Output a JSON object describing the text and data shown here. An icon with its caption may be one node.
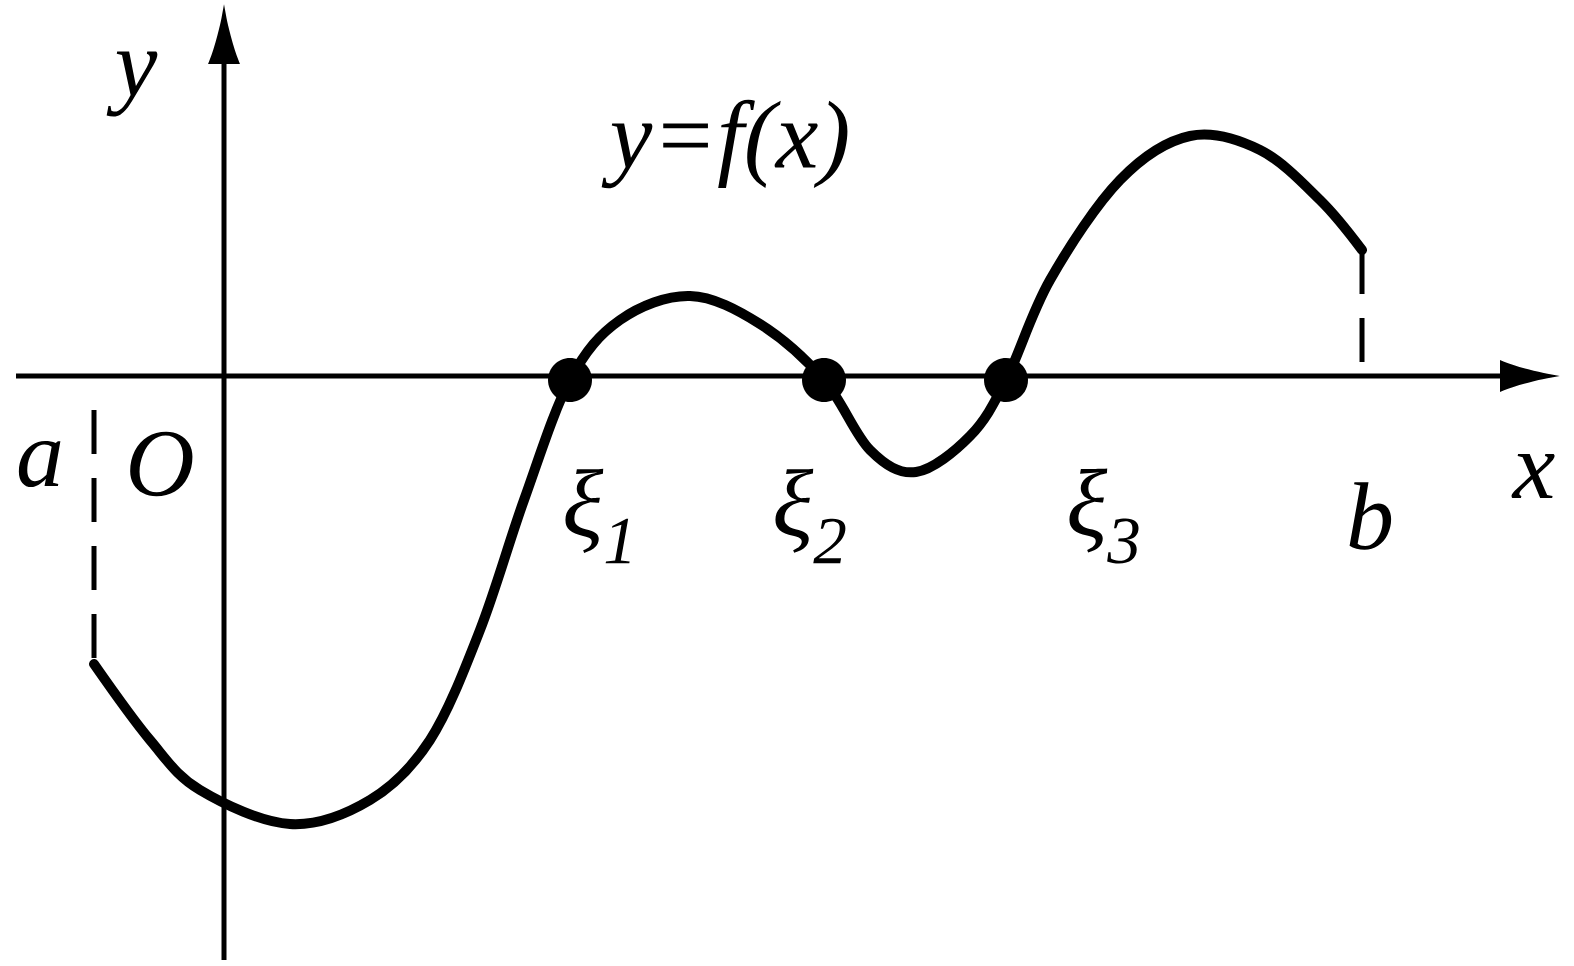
{
  "diagram": {
    "labels": [
      "y",
      "y=f(x)",
      "a",
      "O",
      "ξ$_{1}$",
      "ξ$_{2}$",
      "ξ$_{3}$",
      "b",
      "x"
    ]
  }
}
